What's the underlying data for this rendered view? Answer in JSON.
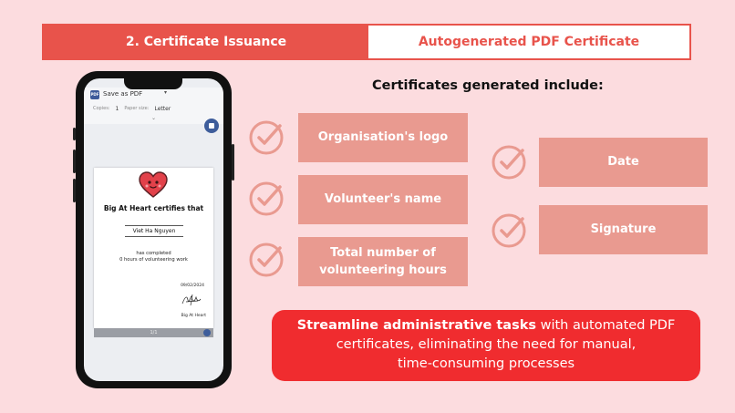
{
  "header": {
    "left_label": "2.  Certificate Issuance",
    "right_label": "Autogenerated PDF Certificate",
    "accent": "#e8534b"
  },
  "phone": {
    "print_dialog": {
      "destination": "Save as PDF",
      "copies_label": "Copies:",
      "copies_value": "1",
      "paper_label": "Paper size:",
      "paper_value": "Letter",
      "pdf_icon_text": "PDF"
    },
    "certificate": {
      "headline": "Big At Heart certifies that",
      "volunteer_name": "Viet Ha Nguyen",
      "completed_line1": "has completed",
      "completed_line2": "0 hours of volunteering work",
      "date": "09/02/2024",
      "organisation": "Big At Heart"
    },
    "page_indicator": "1/1"
  },
  "section_title": "Certificates generated include:",
  "included_items": [
    {
      "label": "Organisation's logo"
    },
    {
      "label": "Volunteer's name"
    },
    {
      "label": "Total number of volunteering hours"
    },
    {
      "label": "Date"
    },
    {
      "label": "Signature"
    }
  ],
  "callout": {
    "bold_text": "Streamline administrative tasks",
    "rest_line1": " with automated PDF",
    "line2": "certificates, eliminating the need for manual,",
    "line3": "time-consuming processes",
    "color": "#f02c2f"
  },
  "colors": {
    "background": "#fcdcdf",
    "item_fill": "#e99a90",
    "check_icon": "#e99a90"
  }
}
